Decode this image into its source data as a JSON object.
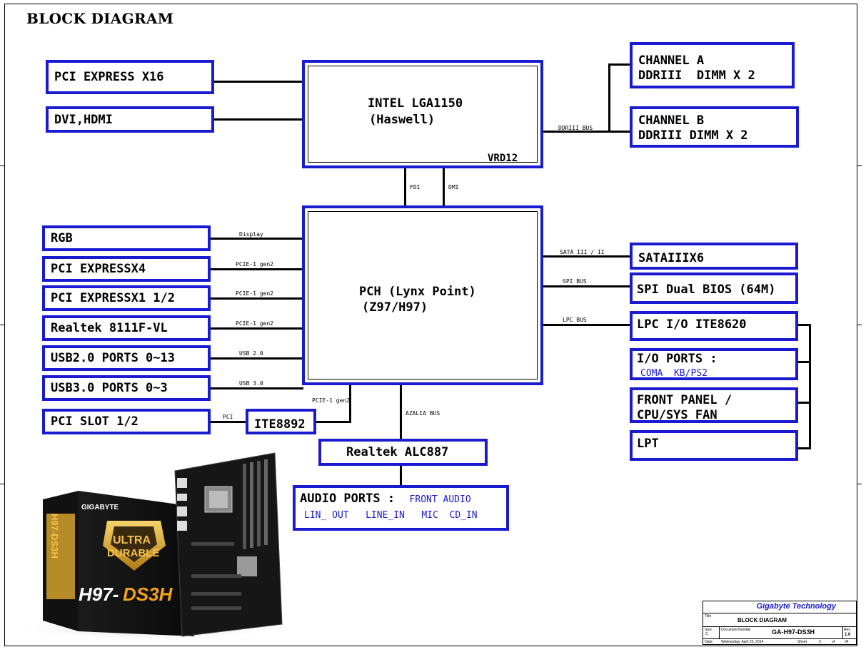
{
  "diagram": {
    "title": "BLOCK DIAGRAM",
    "cpu": {
      "line1": "INTEL LGA1150",
      "line2": "(Haswell)",
      "vrd": "VRD12"
    },
    "pch": {
      "line1": "PCH (Lynx Point)",
      "line2": "(Z97/H97)"
    },
    "left_blocks": {
      "pcie16": "PCI EXPRESS X16",
      "dvi": "DVI,HDMI",
      "rgb": "RGB",
      "pcie4": "PCI EXPRESSX4",
      "pcie1": "PCI EXPRESSX1 1/2",
      "realtek_lan": "Realtek 8111F-VL",
      "usb2": "USB2.0 PORTS 0~13",
      "usb3": "USB3.0 PORTS 0~3",
      "pci_slot": "PCI SLOT 1/2",
      "ite8892": "ITE8892"
    },
    "right_blocks": {
      "chan_a_1": "CHANNEL A",
      "chan_a_2": "DDRIII  DIMM X 2",
      "chan_b_1": "CHANNEL B",
      "chan_b_2": "DDRIII DIMM X 2",
      "sata": "SATAIIIX6",
      "spi": "SPI Dual BIOS (64M)",
      "lpc": "LPC I/O ITE8620",
      "io_ports": "I/O PORTS :",
      "io_sub": "COMA  KB/PS2",
      "front_1": "FRONT PANEL /",
      "front_2": "CPU/SYS FAN",
      "lpt": "LPT"
    },
    "audio": {
      "codec": "Realtek ALC887",
      "ports_title": "AUDIO PORTS :",
      "front": "FRONT AUDIO",
      "sub": "LIN_ OUT   LINE_IN   MIC  CD_IN"
    },
    "bus_labels": {
      "ddr": "DDRIII BUS",
      "fdi": "FDI",
      "dmi": "DMI",
      "display": "Display",
      "pcie_a": "PCIE-1 gen2",
      "pcie_b": "PCIE-1 gen2",
      "pcie_c": "PCIE-1 gen2",
      "usb2": "USB 2.0",
      "usb3": "USB 3.0",
      "pci": "PCI",
      "pcie_ite": "PCIE-1 gen2",
      "azalia": "AZALIA BUS",
      "sata": "SATA III / II",
      "spi": "SPI BUS",
      "lpc": "LPC BUS"
    },
    "title_block": {
      "company": "Gigabyte Technology",
      "title_label": "Title",
      "title": "BLOCK DIAGRAM",
      "size_label": "Size",
      "size": "C",
      "doc_label": "Document Number",
      "doc": "GA-H97-DS3H",
      "rev_label": "Rev",
      "rev": "1.0",
      "date_label": "Date:",
      "date": "Wednesday, April 23, 2014",
      "sheet_label": "Sheet",
      "sheet": "3",
      "of_label": "of",
      "of": "34"
    },
    "product": {
      "brand": "GIGABYTE",
      "badge_1": "ULTRA",
      "badge_2": "DURABLE",
      "model_a": "H97-",
      "model_b": "DS3H",
      "side_model": "H97-DS3H"
    }
  }
}
